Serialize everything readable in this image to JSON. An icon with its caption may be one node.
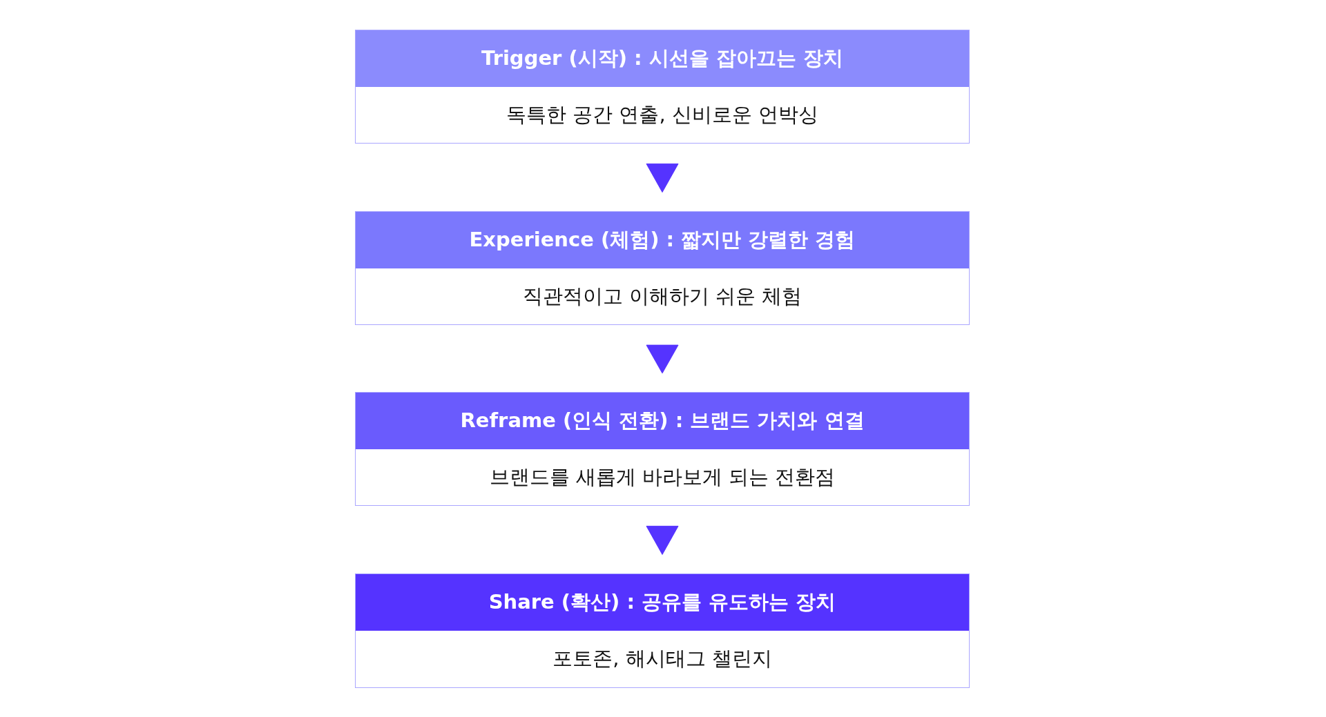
{
  "diagram": {
    "nodes": [
      {
        "text": [
          "Trigger (시작) : 시선을 잡아끄는 장치",
          "독특한 공간 연출, 신비로운 언박싱"
        ]
      },
      {
        "text": [
          "Experience (체험) : 짧지만 강렬한 경험",
          "직관적이고 이해하기 쉬운 체험"
        ]
      },
      {
        "text": [
          "Reframe (인식 전환) : 브랜드 가치와 연결",
          "브랜드를 새롭게 바라보게 되는 전환점"
        ]
      },
      {
        "text": [
          "Share (확산) : 공유를 유도하는 장치",
          "포토존, 해시태그 챌린지"
        ]
      }
    ],
    "edges": [
      {
        "from": 0,
        "to": 1,
        "arrow": "to"
      },
      {
        "from": 1,
        "to": 2,
        "arrow": "to"
      },
      {
        "from": 2,
        "to": 3,
        "arrow": "to"
      }
    ]
  }
}
